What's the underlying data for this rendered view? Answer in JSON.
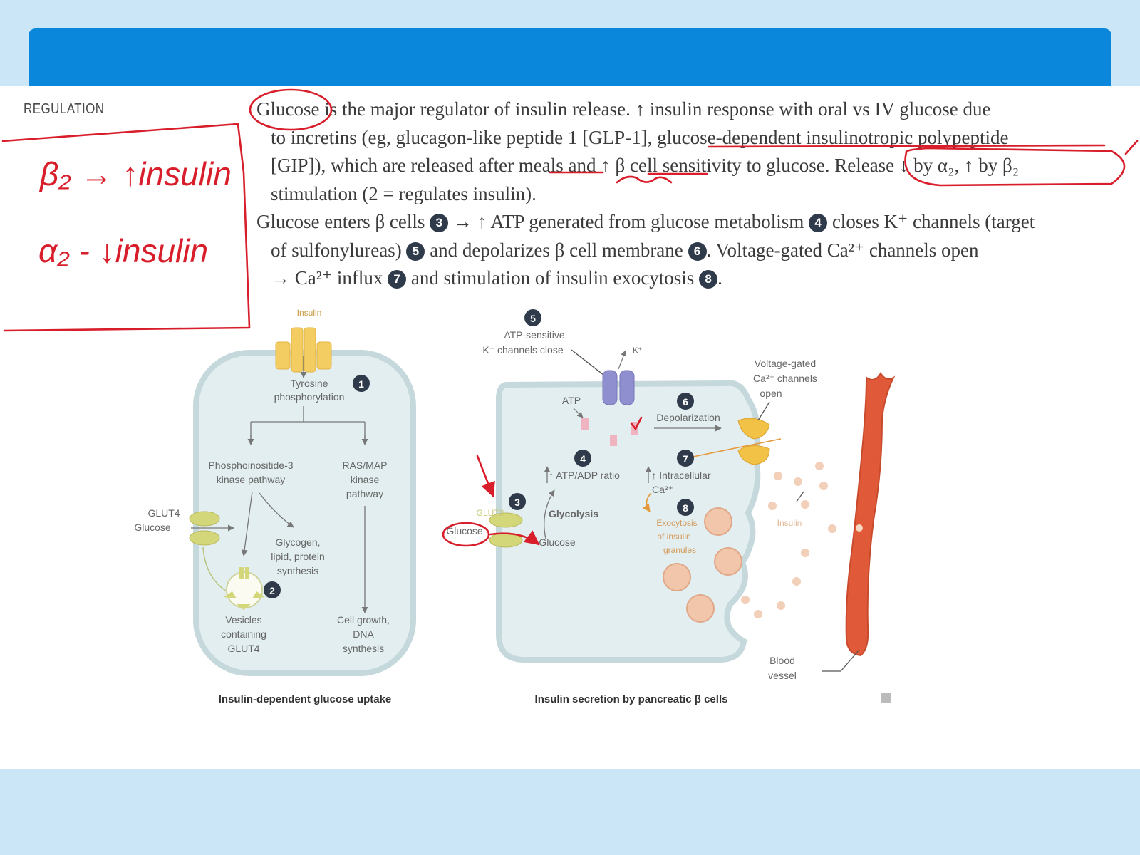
{
  "section": {
    "label": "REGULATION"
  },
  "paragraph1": {
    "line1": "Glucose is the major regulator of insulin release. ↑ insulin response with oral vs IV glucose due",
    "line2": "to incretins (eg, glucagon-like peptide 1 [GLP-1], glucose-dependent insulinotropic polypeptide",
    "line3": "[GIP]), which are released after meals and ↑ β cell sensitivity to glucose. Release ↓ by α₂, ↑ by β₂",
    "line4": "stimulation (2 = regulates insulin)."
  },
  "paragraph2": {
    "line1a": "Glucose enters β cells",
    "n3": "3",
    "line1b": " → ↑ ATP generated from glucose metabolism",
    "n4": "4",
    "line1c": " closes K⁺ channels (target",
    "line2a": "of sulfonylureas)",
    "n5": "5",
    "line2b": " and depolarizes β cell membrane",
    "n6": "6",
    "line2c": ". Voltage-gated Ca²⁺ channels open",
    "line3a": "→ Ca²⁺ influx",
    "n7": "7",
    "line3b": " and stimulation of insulin exocytosis",
    "n8": "8",
    "line3c": "."
  },
  "handwritten": {
    "note1": "β₂ → ↑insulin",
    "note2": "α₂ - ↓insulin"
  },
  "figure_left": {
    "insulin": "Insulin",
    "step1": "1",
    "tyrosine_1": "Tyrosine",
    "tyrosine_2": "phosphorylation",
    "pi3k_1": "Phosphoinositide-3",
    "pi3k_2": "kinase pathway",
    "ras_1": "RAS/MAP",
    "ras_2": "kinase",
    "ras_3": "pathway",
    "glut4": "GLUT4",
    "glucose": "Glucose",
    "glycogen_1": "Glycogen,",
    "glycogen_2": "lipid, protein",
    "glycogen_3": "synthesis",
    "step2": "2",
    "vesicles_1": "Vesicles",
    "vesicles_2": "containing",
    "vesicles_3": "GLUT4",
    "growth_1": "Cell growth,",
    "growth_2": "DNA",
    "growth_3": "synthesis",
    "caption": "Insulin-dependent glucose uptake"
  },
  "figure_right": {
    "step5": "5",
    "katp_1": "ATP-sensitive",
    "katp_2": "K⁺ channels close",
    "k_ion": "K⁺",
    "vgcc_1": "Voltage-gated",
    "vgcc_2": "Ca²⁺ channels",
    "vgcc_3": "open",
    "atp": "ATP",
    "step6": "6",
    "depolarization": "Depolarization",
    "step4": "4",
    "ratio": "↑ ATP/ADP ratio",
    "step7": "7",
    "intracellular_1": "↑ Intracellular",
    "intracellular_2": "Ca²⁺",
    "step3": "3",
    "glut2": "GLUT2",
    "glucose_out": "Glucose",
    "glycolysis": "Glycolysis",
    "glucose_in": "Glucose",
    "step8": "8",
    "exo_1": "Exocytosis",
    "exo_2": "of insulin",
    "exo_3": "granules",
    "insulin": "Insulin",
    "vessel_1": "Blood",
    "vessel_2": "vessel",
    "caption": "Insulin secretion by pancreatic β cells"
  },
  "colors": {
    "header": "#0a86db",
    "background": "#cbe6f7",
    "annotation": "#d81e2a",
    "cell_fill": "#e3eef0",
    "vessel": "#e05a3a"
  }
}
